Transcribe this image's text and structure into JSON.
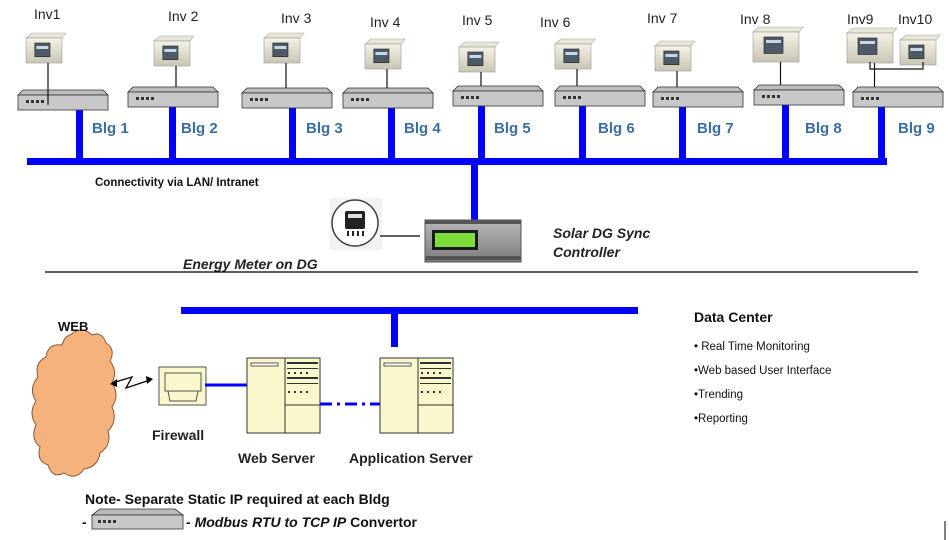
{
  "colors": {
    "network_line": "#0000ff",
    "building_label": "#3a6ea5",
    "cloud": "#f6b27c",
    "server_fill": "#fbf7cc",
    "lcd_green": "#7fdc3a"
  },
  "inverters": [
    {
      "label": "Inv1",
      "building": "Blg 1"
    },
    {
      "label": "Inv 2",
      "building": "Blg 2"
    },
    {
      "label": "Inv 3",
      "building": "Blg 3"
    },
    {
      "label": "Inv 4",
      "building": "Blg 4"
    },
    {
      "label": "Inv 5",
      "building": "Blg 5"
    },
    {
      "label": "Inv 6",
      "building": "Blg 6"
    },
    {
      "label": "Inv 7",
      "building": "Blg 7"
    },
    {
      "label": "Inv 8",
      "building": "Blg 8"
    },
    {
      "label": "Inv9",
      "building": "Blg 9"
    },
    {
      "label": "Inv10",
      "building": "Blg 9"
    }
  ],
  "buildings": [
    "Blg 1",
    "Blg 2",
    "Blg 3",
    "Blg 4",
    "Blg 5",
    "Blg 6",
    "Blg 7",
    "Blg 8",
    "Blg 9"
  ],
  "network": {
    "lan_label": "Connectivity via  LAN/ Intranet"
  },
  "dg": {
    "energy_meter_label": "Energy Meter on DG",
    "controller_label_line1": "Solar DG Sync",
    "controller_label_line2": "Controller"
  },
  "data_center": {
    "title": "Data Center",
    "items": [
      "• Real Time Monitoring",
      "•Web based User Interface",
      "•Trending",
      "•Reporting"
    ]
  },
  "web": {
    "cloud_label": "WEB",
    "firewall_label": "Firewall",
    "web_server_label": "Web Server",
    "app_server_label": "Application Server"
  },
  "note": {
    "line1": "Note- Separate Static IP required at each Bldg",
    "legend_prefix": "-",
    "legend_sep": " - ",
    "legend_italic": "Modbus RTU to TCP IP",
    "legend_rest": " Convertor"
  }
}
